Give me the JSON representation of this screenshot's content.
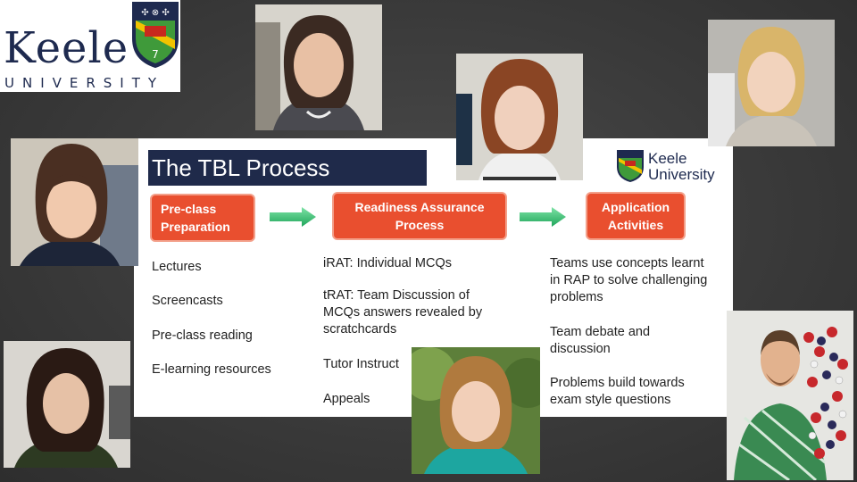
{
  "logo": {
    "wordmark": "Keele",
    "subtext": "UNIVERSITY",
    "crest_number": "7"
  },
  "slide": {
    "title": "The TBL Process",
    "logo_text_line1": "Keele",
    "logo_text_line2": "University",
    "stages": [
      {
        "label": "Pre-class\nPreparation"
      },
      {
        "label": "Readiness Assurance\nProcess"
      },
      {
        "label": "Application\nActivities"
      }
    ],
    "columns": [
      {
        "items": [
          "Lectures",
          "Screencasts",
          "Pre-class reading",
          "E-learning resources"
        ]
      },
      {
        "items": [
          "iRAT: Individual MCQs",
          "tRAT: Team Discussion of\nMCQs answers revealed by\nscratchcards",
          "Tutor Instruct",
          "Appeals"
        ]
      },
      {
        "items": [
          "Teams use concepts learnt\nin RAP to solve challenging\nproblems",
          "Team debate and\ndiscussion",
          "Problems build towards\nexam style questions"
        ]
      }
    ]
  },
  "colors": {
    "background": "#3a3a3a",
    "navy": "#1f2a4a",
    "stage_red": "#e94f2f",
    "arrow_green": "#2fbf6a"
  }
}
